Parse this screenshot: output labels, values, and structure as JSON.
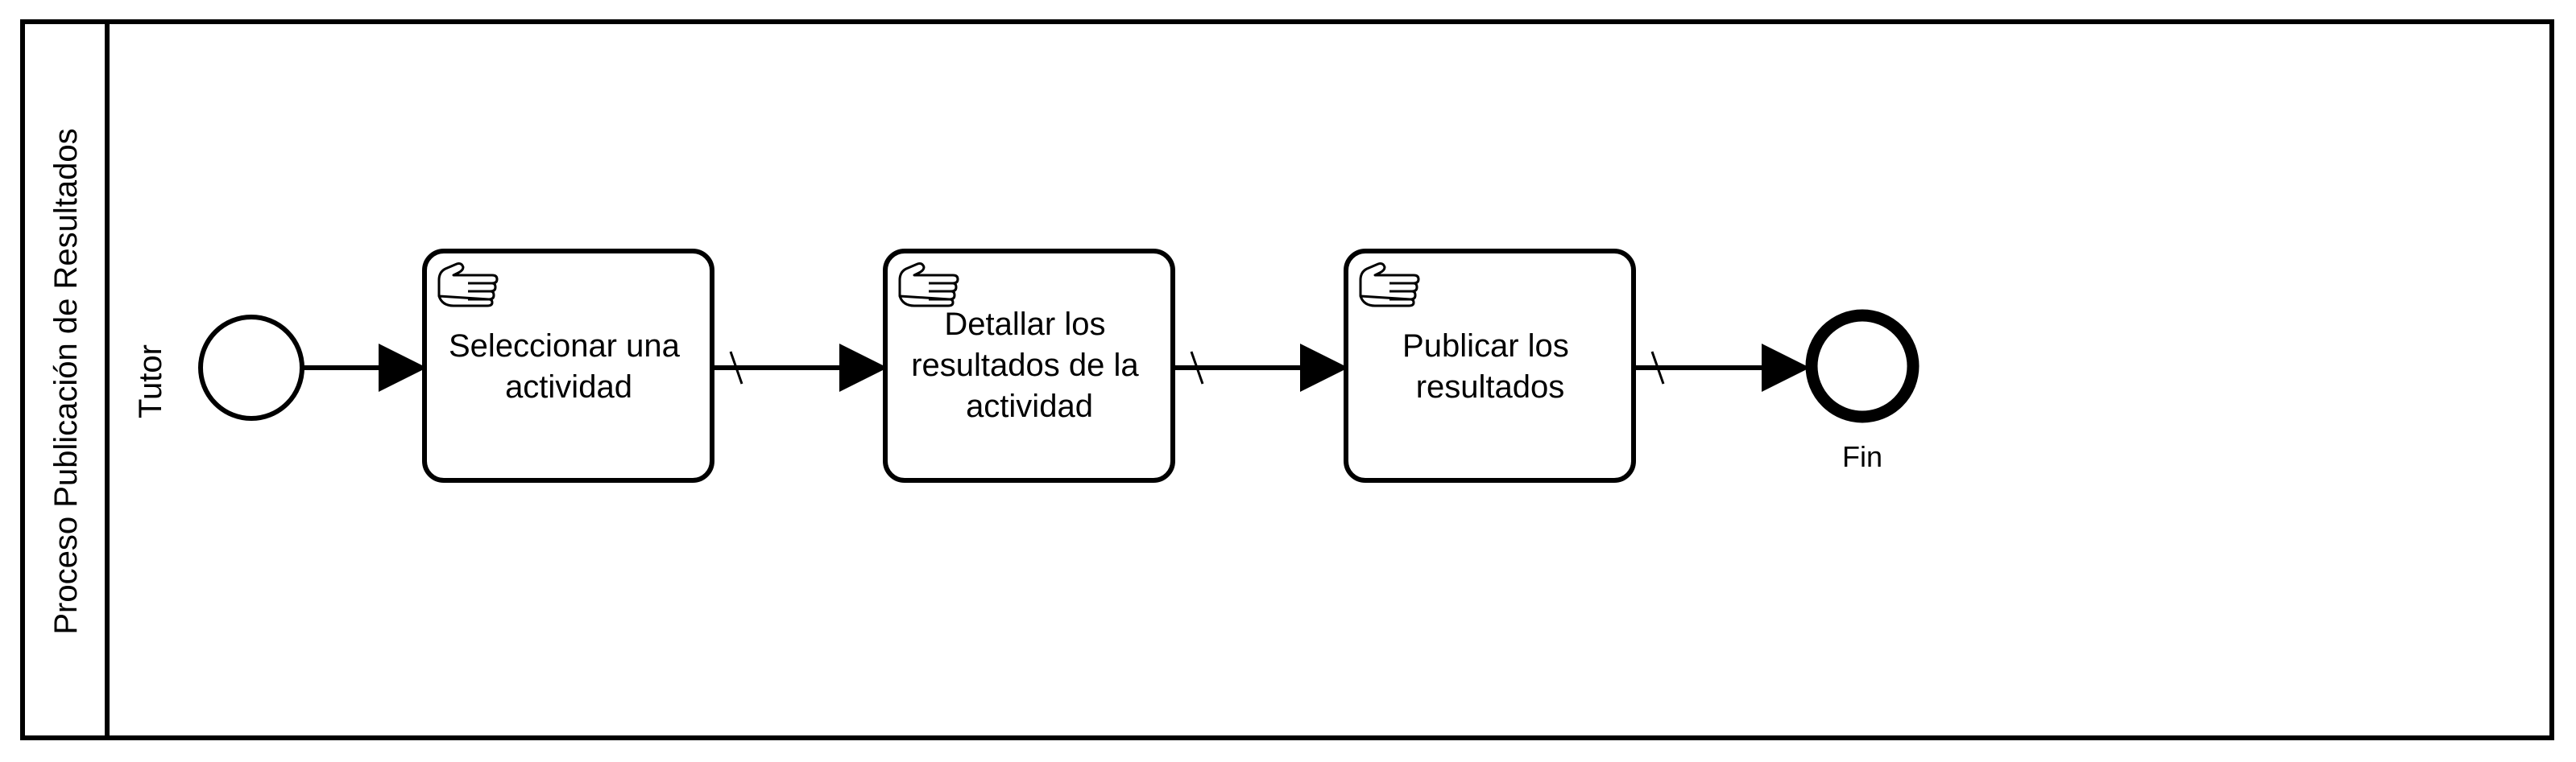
{
  "pool": {
    "label": "Proceso Publicación de Resultados",
    "lane_label": "Tutor"
  },
  "tasks": [
    {
      "type": "manual-task",
      "icon": "hand-icon",
      "lines": [
        "Seleccionar una",
        "actividad"
      ]
    },
    {
      "type": "manual-task",
      "icon": "hand-icon",
      "lines": [
        "Detallar los",
        "resultados de la",
        "actividad"
      ]
    },
    {
      "type": "manual-task",
      "icon": "hand-icon",
      "lines": [
        "Publicar los",
        "resultados"
      ]
    }
  ],
  "start_event": {
    "type": "start-event"
  },
  "end_event": {
    "type": "end-event",
    "label": "Fin"
  },
  "flows": [
    {
      "from": "start-event",
      "to": "task-1",
      "type": "sequence-flow"
    },
    {
      "from": "task-1",
      "to": "task-2",
      "type": "default-flow"
    },
    {
      "from": "task-2",
      "to": "task-3",
      "type": "default-flow"
    },
    {
      "from": "task-3",
      "to": "end-event",
      "type": "default-flow"
    }
  ],
  "colors": {
    "stroke": "#000000",
    "fill": "#ffffff"
  }
}
